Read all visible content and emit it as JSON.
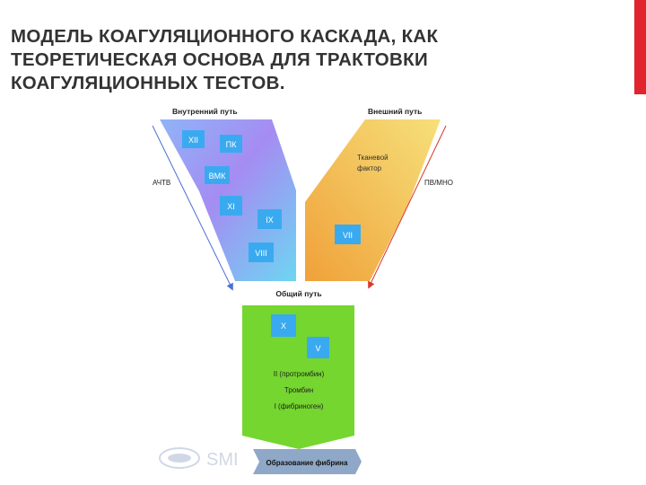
{
  "slide": {
    "accent_color": "#e0232d",
    "title_lines": [
      "МОДЕЛЬ КОАГУЛЯЦИОННОГО КАСКАДА, КАК",
      "ТЕОРЕТИЧЕСКАЯ ОСНОВА ДЛЯ ТРАКТОВКИ",
      "КОАГУЛЯЦИОННЫХ ТЕСТОВ."
    ]
  },
  "diagram": {
    "intrinsic_label": "Внутренний путь",
    "extrinsic_label": "Внешний путь",
    "common_label": "Общий путь",
    "aptt_label": "АЧТВ",
    "pt_label": "ПВ/МНО",
    "tissue_factor_line1": "Тканевой",
    "tissue_factor_line2": "фактор",
    "factors": {
      "xii": "XII",
      "pk": "ПК",
      "hmwk": "ВМК",
      "xi": "XI",
      "ix": "IX",
      "viii": "VIII",
      "vii": "VII",
      "x": "X",
      "v": "V"
    },
    "prothrombin": "II (протромбин)",
    "thrombin": "Тромбин",
    "fibrinogen": "I (фибриноген)",
    "fibrin_label": "Образование фибрина",
    "watermark": "SMI",
    "colors": {
      "intrinsic_top": "#8fb4f7",
      "intrinsic_bottom": "#6dd6f2",
      "intrinsic_mid": "#a58cf2",
      "extrinsic_top": "#f6e07a",
      "extrinsic_bottom": "#f0a13a",
      "common": "#74d62e",
      "factor_box": "#3aaaf0",
      "fibrin_box": "#8fa8c8",
      "arrow_left": "#4a6fd6",
      "arrow_right": "#d63a2a"
    }
  }
}
